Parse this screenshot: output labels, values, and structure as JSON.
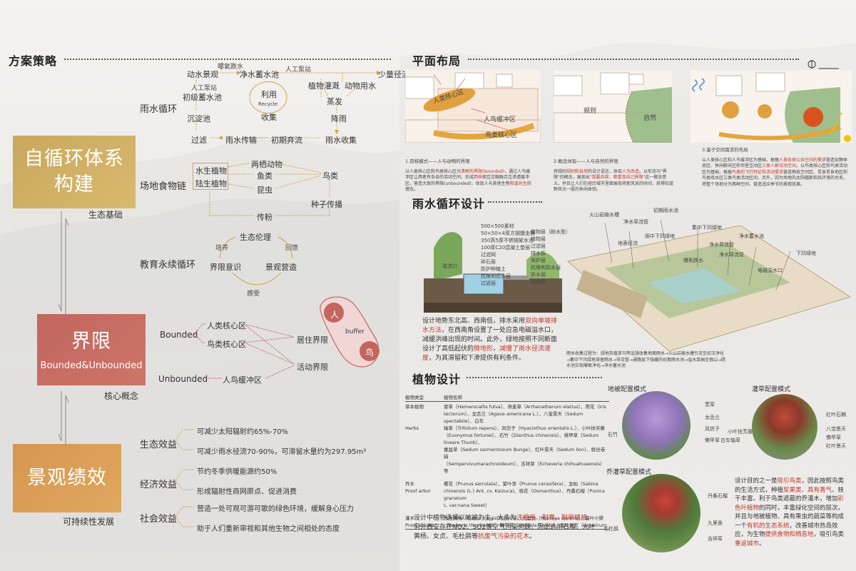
{
  "left": {
    "title": "方案策略",
    "block1": {
      "line1": "自循环体系",
      "line2": "构建",
      "caption": "生态基础"
    },
    "block2": {
      "line1": "界限",
      "line2": "Bounded&Unbounded",
      "caption": "核心概念"
    },
    "block3": {
      "line1": "景观绩效",
      "caption": "可持续性发展"
    },
    "rain": {
      "label": "雨水循环",
      "nodes": {
        "n1": "动水景观",
        "n2": "净水蓄水池",
        "n3": "少量径流",
        "n4": "初级蓄水池",
        "n5": "植物灌溉",
        "n6": "动物用水",
        "n7": "蒸发",
        "n8": "沉淀池",
        "n9": "降雨",
        "n10": "过滤",
        "n11": "雨水传输",
        "n12": "初期弃流",
        "n13": "雨水收集",
        "use": "利用",
        "recycle": "Recycle",
        "collect": "收集"
      },
      "edges": {
        "e1": "曝氧跌水",
        "e2": "人工泵站",
        "e3": "人工泵站"
      }
    },
    "food": {
      "label": "场地食物链",
      "box1": "水生植物",
      "box2": "陆生植物",
      "n1": "两栖动物",
      "n2": "鱼类",
      "n3": "鸟类",
      "n4": "昆虫",
      "n5": "种子传播",
      "n6": "传粉"
    },
    "edu": {
      "label": "教育永续循环",
      "n1": "生态伦理",
      "n2": "界限意识",
      "n3": "景观营造",
      "e1": "培养",
      "e2": "回馈",
      "e3": "感受"
    },
    "bound": {
      "bounded": "Bounded",
      "unbounded": "Unbounded",
      "n1": "人类核心区",
      "n2": "鸟类核心区",
      "n3": "人鸟缓冲区",
      "r1": "居住界限",
      "r2": "活动界限",
      "human": "人",
      "buffer": "buffer",
      "bird": "鸟"
    },
    "perf": {
      "eco": {
        "label": "生态效益",
        "i1": "可减少太阳辐射约65%-70%",
        "i2": "可减少雨水径流70-90%，可滞留水量约为297.95m³"
      },
      "econ": {
        "label": "经济效益",
        "i1": "节约冬季供暖能源约50%",
        "i2": "形成辐射性商网原点、促进消费"
      },
      "soc": {
        "label": "社会效益",
        "i1": "营造一处可观可游可歌的绿色环境，缓解身心压力",
        "i2": "助于人们重新审视和其他生物之间相处的态度"
      }
    }
  },
  "plan": {
    "title": "平面布局",
    "p1": {
      "a": "人类核心区",
      "b": "人鸟缓冲区",
      "c": "鸟类核心区"
    },
    "p2": {
      "a": "规则",
      "b": "自然"
    },
    "d1": {
      "title": "1.双核模式——人与动物的界限",
      "pre": "以人类核心区和鸟类核心区分",
      "hl1": "清晰的界限(bounded)",
      "mid": "，通过人鸟缓冲区让两者有各自的活动空间，形成",
      "hl2": "两核",
      "mid2": "相互交融融合互渗透缓冲区，营造大致的界限(unbounded)，体现人与其他生物",
      "hl3": "和谐共生",
      "post": "的理念。"
    },
    "d2": {
      "title": "2.概念体现——人与自然的界限",
      "pre": "将规则",
      "hl1": "规则和自然",
      "mid": "的设计语言，体现",
      "hl2": "人为改造",
      "mid2": "。从形态与\"界限\"的概念，展现出",
      "hl3": "\"我要自我、尊重我自己界限\"",
      "post": "这一概念意义，并且让人们在经历城市里面展现将那风采的时间，获得知道野风光一股的休闲体验。"
    },
    "d3": {
      "title": "3.基于空间需求的布局",
      "pre": "以人类核心区和人鸟缓冲区为基础，根据",
      "hl1": "人类各类公共空间的需求",
      "mid": "营造安静休息区、休闲聊天区和邻里互动区",
      "hl2": "三类人群活动空间",
      "mid2": "，以鸟类核心区和鸟类活动区为基础，根据",
      "hl3": "鸟类的飞行特征和活动需求",
      "post": "营造栖息空间区、觅食觅食地区和鸟类戏水区三类鸟类活动区间，另外，因为场地的太阳辐射和风环境的关系，将整个场地分为两种空间，营造适应季节的景观效果。"
    }
  },
  "rainDesign": {
    "title": "雨水循环设计",
    "layers": [
      "500×500素材",
      "50×50×4厚方钢镀金板",
      "350高5厚不锈钢架水池",
      "100厚C20混凝土垫层",
      "过滤网",
      "碎石层",
      "防护种植土",
      "抗根刺防水层",
      "过滤层"
    ],
    "layers2": [
      "植物层（耐水型）",
      "植物层",
      "过滤层",
      "排水板",
      "保护层",
      "抗根刺防水层",
      "防水层",
      "找坡层"
    ],
    "overflow": "溢流口",
    "callouts": [
      "火山岩输水槽",
      "净水导流管",
      "初期雨水池",
      "雨中下凹绿地",
      "地表径流",
      "集中下凹绿地",
      "净水导流管",
      "净水蓄水池",
      "曝氧跌水",
      "净水导流管",
      "电磁溢水口",
      "下凹绿地"
    ],
    "text": {
      "p1": "设计地势东北高、西南低，排水采用",
      "h1": "双向单坡排水方法",
      "p2": "，在西南角设置了一处应急电磁溢水口，减缓洪峰出现的时间。此外，绿地按照不同断面设计了高低起伏的",
      "h2": "微地形",
      "p3": "，",
      "h3": "减慢了雨水径流速度",
      "p4": "，为其滞留和下渗提供有利条件。"
    },
    "caption": "雨水收集过程为：绿地及植草沟等设施收集地面雨水→火山岩输水槽引流至初次净化→集中下凹绿地滞留雨水→导流管→通路层下隐藏的初期雨水池→溢水泵抽至假山→跌水池实现曝氧净化→净水蓄水池"
  },
  "plant": {
    "title": "植物设计",
    "table": {
      "h1": "植物类型",
      "h2": "植物名称",
      "rows": [
        {
          "t": "草本植物",
          "n": "萱草（Hemerocallis fulva）、燕麦草（Arrhenatherum elatius）、荷花（Iris"
        },
        {
          "t": "",
          "n": "tectorum）、龙舌兰（Agave americana L.）、八宝景天（Sedum spectabile）、白车"
        },
        {
          "t": "Herbs",
          "n": "轴草（Trifolium repens）、风信子（Hyacinthus orientalis L.）、小叶扶芳藤"
        },
        {
          "t": "",
          "n": "（Euonymus fortunei）、石竹（Dianthus chinensis）、佛甲草（Sedum lineare Thunb）、"
        },
        {
          "t": "",
          "n": "垂盆草（Sedum sarmentosum Bunge）、红叶景天（Sedum lion）、鲜丝卷绢"
        },
        {
          "t": "",
          "n": "（Sempervivumarachnoideum）、吉祥草（Echeveria chihuahuaensis）等"
        },
        {
          "t": "乔木",
          "n": "樱花（Prunus serrulata）、紫叶李（Prunus cerasifera）、龙柏（Sabina"
        },
        {
          "t": "Proof arbor",
          "n": "chinensis (L.) Ant. cv. Kaizuca)、桂花（Osmanthus）、丹桑石榴（Punica granatum"
        },
        {
          "t": "",
          "n": "L. var.nana Sweet）"
        },
        {
          "t": "灌木",
          "n": "大叶黄杨（Buxus megistophylla）、九里香（Murraya exotica）、紫叶小檗"
        },
        {
          "t": "Proof shrubs",
          "n": "（Berberis thunbergii）、锦带花（Weigela florida）、金叶女贞（Ligustrum"
        }
      ]
    },
    "t1": {
      "p1": "设计中植物选择以地被为主，大多为",
      "h1": "浅根系、耐寒、耐旱植被",
      "p2": "。另外西安存在NO2、SO2等空气污染问题，因此选用石榴、大叶黄杨、女贞、毛杜鹃等",
      "h2": "抗废气污染的花木",
      "p3": "。"
    },
    "t2": {
      "p1": "设计目的之一是",
      "h1": "吸引鸟类",
      "p2": "，因此按照鸟类的生活方式，种植",
      "h2": "浆果类、具有香气",
      "p3": "、枝干丰富、利于鸟类遮蔽的乔灌木，增加",
      "h3": "彩色叶植物",
      "p4": "的同时，丰富绿化空间的层次，并且与地被植物、具有果虫的蔬菜等构成一个",
      "h4": "有机的生态系统",
      "p5": "，改善城市热岛效应，为生物",
      "h5": "提供食物和栖息地",
      "p6": "，吸引鸟类",
      "h6": "重返城市",
      "p7": "。"
    },
    "m1": {
      "title": "地被配置模式",
      "labels": [
        "石竹",
        "萱草",
        "龙舌兰",
        "风信子",
        "佛甲草",
        "白车轴草"
      ]
    },
    "m2": {
      "title": "灌草配置模式",
      "labels": [
        "红叶石楠",
        "小叶扶芳藤",
        "八宝景天",
        "佛甲草",
        "红叶景天"
      ]
    },
    "m3": {
      "title": "乔灌草配置模式",
      "labels": [
        "丹桑石榴",
        "九里香",
        "毛杜鹃",
        "吉祥草"
      ]
    }
  }
}
